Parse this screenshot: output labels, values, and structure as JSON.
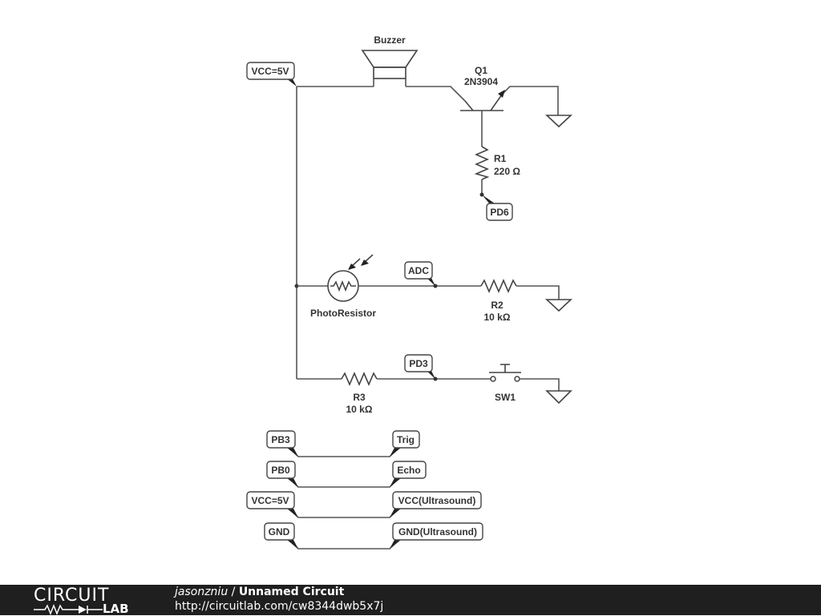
{
  "components": {
    "buzzer": "Buzzer",
    "q1_ref": "Q1",
    "q1_value": "2N3904",
    "r1_ref": "R1",
    "r1_value": "220 Ω",
    "photoresistor": "PhotoResistor",
    "r2_ref": "R2",
    "r2_value": "10 kΩ",
    "r3_ref": "R3",
    "r3_value": "10 kΩ",
    "sw1_ref": "SW1"
  },
  "net_labels": {
    "vcc_top": "VCC=5V",
    "pd6": "PD6",
    "adc": "ADC",
    "pd3": "PD3",
    "pb3": "PB3",
    "trig": "Trig",
    "pb0": "PB0",
    "echo": "Echo",
    "vcc_bottom": "VCC=5V",
    "vcc_ultrasound": "VCC(Ultrasound)",
    "gnd": "GND",
    "gnd_ultrasound": "GND(Ultrasound)"
  },
  "footer": {
    "logo_top": "CIRCUIT",
    "logo_bottom": "LAB",
    "user": "jasonzniu",
    "separator": " / ",
    "title": "Unnamed Circuit",
    "url": "http://circuitlab.com/cw8344dwb5x7j"
  }
}
